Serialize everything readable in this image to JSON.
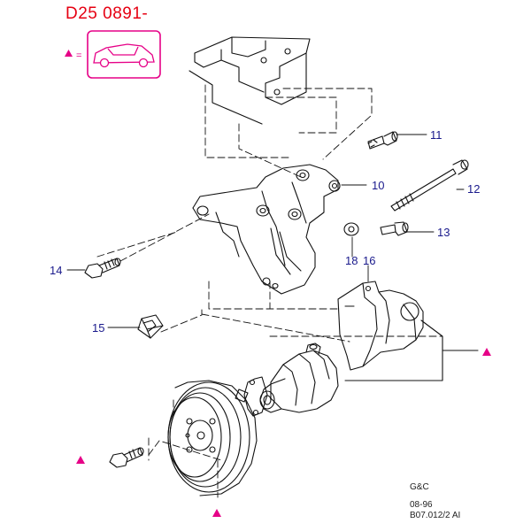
{
  "header": {
    "model_code": "D25   0891-",
    "legend_equals": "="
  },
  "callouts": {
    "c10": "10",
    "c11": "11",
    "c12": "12",
    "c13": "13",
    "c14": "14",
    "c15": "15",
    "c16": "16",
    "c18": "18"
  },
  "footer": {
    "maker": "G&C",
    "date": "08-96",
    "ref": "B07.012/2 AI"
  },
  "colors": {
    "accent": "#e60087",
    "title_red": "#e60012",
    "callout_blue": "#1a1a8c",
    "line": "#111111"
  },
  "icons": {
    "legend": "magenta-triangle-icon",
    "vehicle": "hatchback-car-icon"
  }
}
